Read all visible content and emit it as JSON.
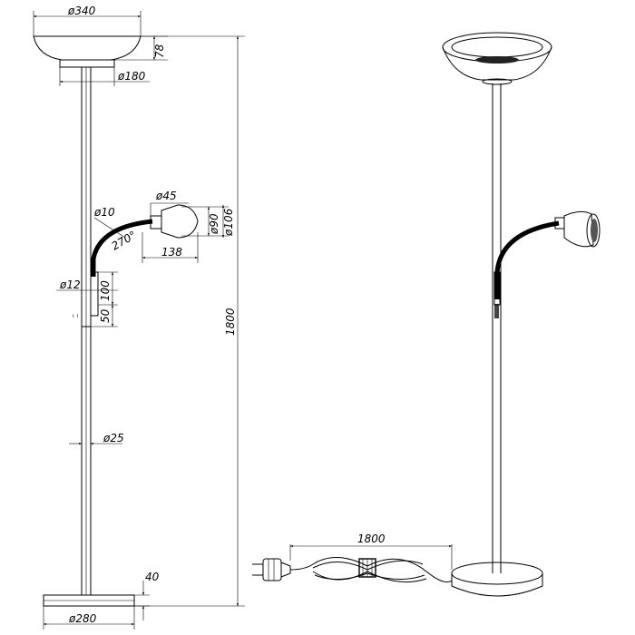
{
  "dimensions": {
    "top_diameter": "ø340",
    "shade_height": "78",
    "collar_diameter": "ø180",
    "flex_diameter": "ø10",
    "reading_head_diameter": "ø45",
    "reading_shade_inner": "ø90",
    "reading_shade_outer": "ø106",
    "flex_angle": "270°",
    "reading_reach": "138",
    "total_height": "1800",
    "pole_upper_diameter": "ø12",
    "switch_offset_100": "100",
    "switch_offset_50": "50",
    "pole_diameter": "ø25",
    "base_height": "40",
    "base_diameter": "ø280",
    "cable_length": "1800"
  }
}
